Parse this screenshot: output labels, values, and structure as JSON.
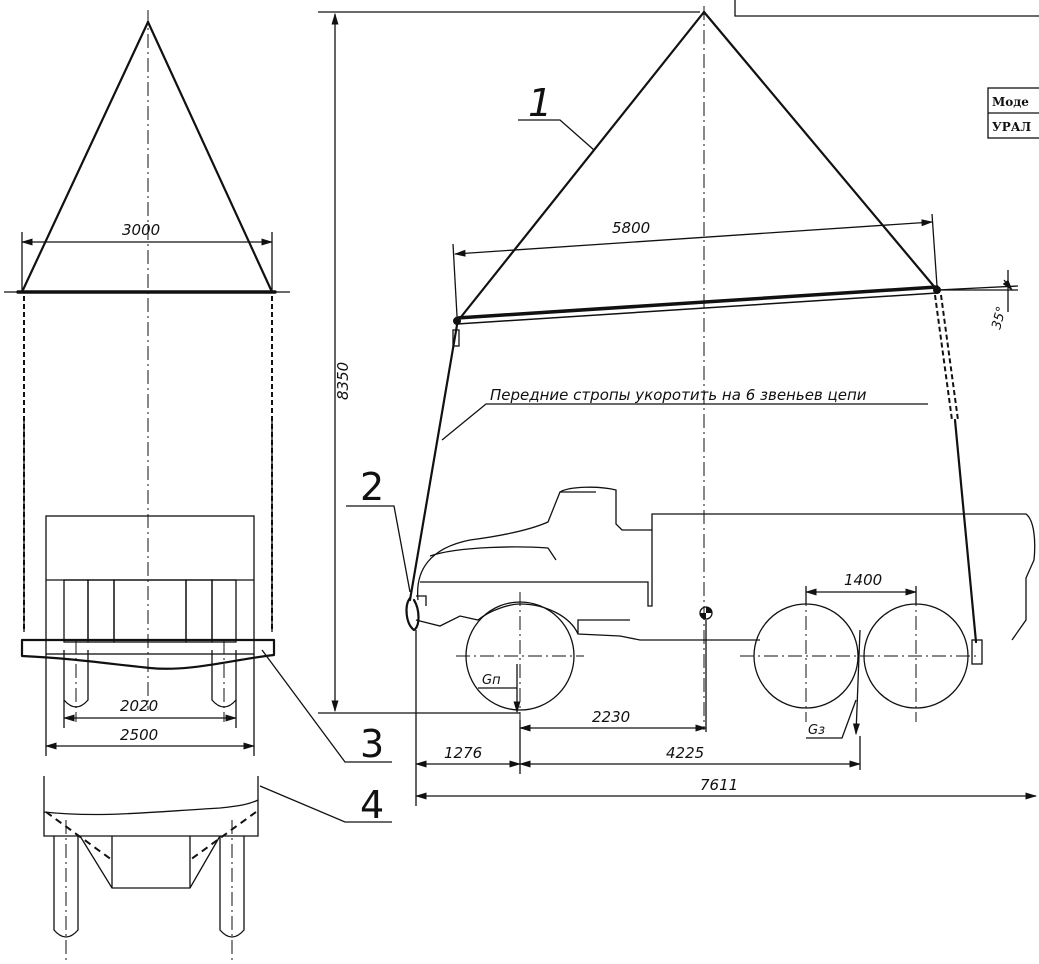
{
  "title_block": {
    "row1": "Моде",
    "row2": "УРАЛ"
  },
  "callouts": {
    "c1": "1",
    "c2": "2",
    "c3": "3",
    "c4": "4"
  },
  "note": "Передние стропы  укоротить на  6 звеньев цепи",
  "angle": "35°",
  "dimensions": {
    "front_width_top": "3000",
    "front_width_axle": "2020",
    "front_width_body": "2500",
    "spreader_length": "5800",
    "lift_height": "8350",
    "rear_axle_spacing": "1400",
    "cg_to_front_axle": "2230",
    "front_overhang": "1276",
    "wheelbase_to_cg": "4225",
    "overall_length": "7611"
  },
  "loads": {
    "front": "Gп",
    "rear": "Gз"
  }
}
